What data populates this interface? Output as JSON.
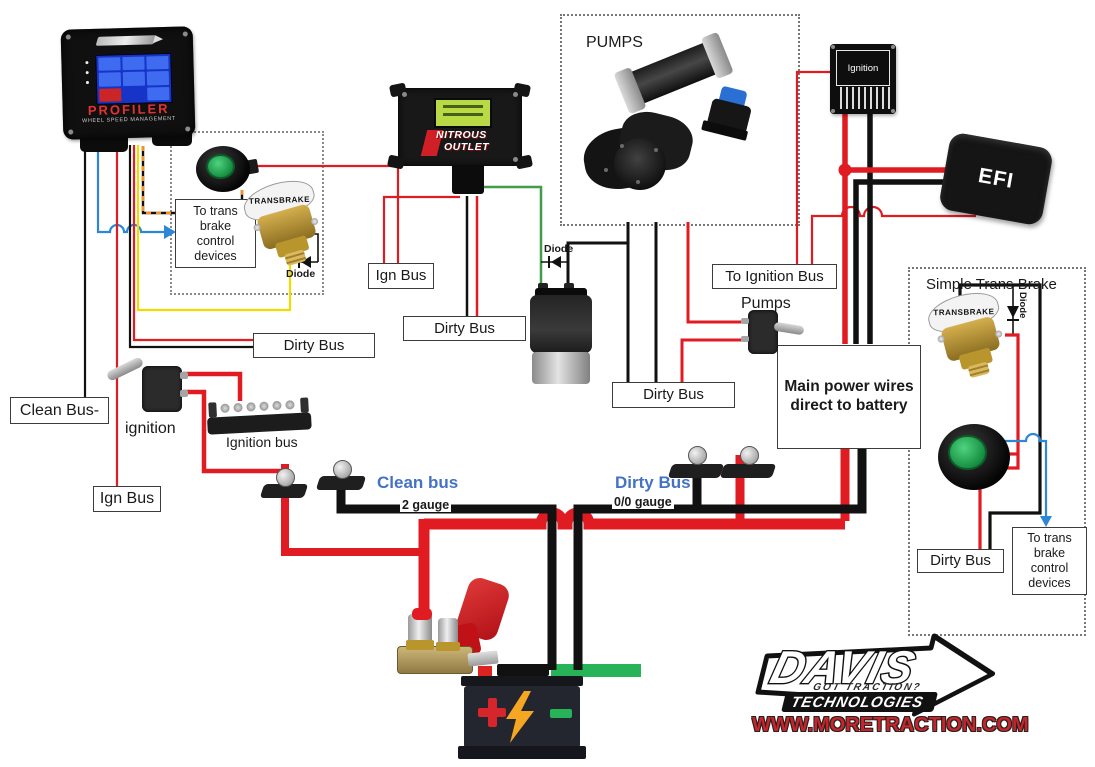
{
  "colors": {
    "wire_red": "#e01b22",
    "wire_black": "#111111",
    "wire_yellow": "#f0dc00",
    "wire_green": "#3f9e47",
    "wire_blue": "#2e86d6",
    "wire_orange_dashed": "#f7941d",
    "bus_label_blue": "#4472c4",
    "brand_red": "#c8242c",
    "battery_green": "#27b357"
  },
  "devices": {
    "profiler": {
      "title": "PROFILER",
      "subtitle": "WHEEL SPEED MANAGEMENT"
    },
    "nitrous": {
      "line1": "NITROUS",
      "line2": "OUTLET"
    },
    "ignition_box": {
      "label": "Ignition"
    },
    "efi": {
      "label": "EFI"
    }
  },
  "boxes": {
    "pumps_title": "PUMPS",
    "simple_trans_brake_title": "Simple Trans Brake",
    "main_power_note": "Main power wires direct to battery",
    "to_trans_brake_left": "To trans brake control devices",
    "to_trans_brake_right": "To trans brake control devices"
  },
  "labels": {
    "clean_bus_minus": "Clean Bus-",
    "ign_bus_left": "Ign Bus",
    "ignition_switch": "ignition",
    "ignition_bus": "Ignition bus",
    "dirty_bus_profiler": "Dirty Bus",
    "ign_bus_center": "Ign Bus",
    "dirty_bus_nitrous": "Dirty Bus",
    "dirty_bus_pumps": "Dirty Bus",
    "dirty_bus_stb": "Dirty Bus",
    "to_ignition_bus": "To Ignition Bus",
    "pumps_switch": "Pumps",
    "diode_left": "Diode",
    "diode_center": "Diode",
    "diode_right": "Diode",
    "clean_bus_name": "Clean bus",
    "clean_bus_gauge": "2 gauge",
    "dirty_bus_name": "Dirty Bus",
    "dirty_bus_gauge": "0/0 gauge",
    "transbrake_band": "TRANSBRAKE"
  },
  "battery": {
    "plus": "+"
  },
  "logo": {
    "brand": "DAVIS",
    "tagline": "GOT TRACTION?",
    "line2": "TECHNOLOGIES",
    "website": "WWW.MORETRACTION.COM"
  }
}
